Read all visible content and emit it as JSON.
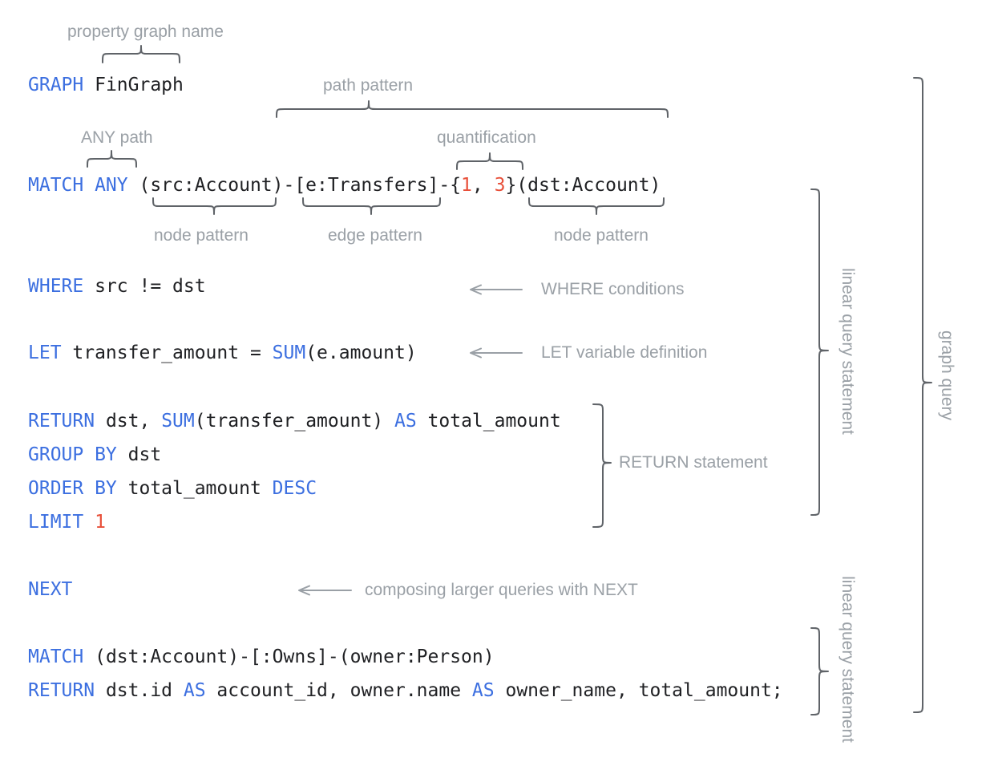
{
  "colors": {
    "keyword": "#3c6fe0",
    "plain": "#202124",
    "number": "#e8503a",
    "label": "#9aa0a6",
    "brace": "#5f6368",
    "arrow": "#9aa0a6",
    "background": "#ffffff"
  },
  "code": {
    "language": "GQL graph query",
    "lines": [
      {
        "name": "graph-clause",
        "segments": [
          {
            "text": "GRAPH",
            "type": "keyword"
          },
          {
            "text": " FinGraph",
            "type": "plain"
          }
        ]
      },
      {
        "name": "match-clause",
        "segments": [
          {
            "text": "MATCH ANY",
            "type": "keyword"
          },
          {
            "text": " (src:Account)-[e:Transfers]-{",
            "type": "plain"
          },
          {
            "text": "1",
            "type": "number"
          },
          {
            "text": ", ",
            "type": "plain"
          },
          {
            "text": "3",
            "type": "number"
          },
          {
            "text": "}(dst:Account)",
            "type": "plain"
          }
        ]
      },
      {
        "name": "where-clause",
        "segments": [
          {
            "text": "WHERE",
            "type": "keyword"
          },
          {
            "text": " src != dst",
            "type": "plain"
          }
        ]
      },
      {
        "name": "let-clause",
        "segments": [
          {
            "text": "LET",
            "type": "keyword"
          },
          {
            "text": " transfer_amount = ",
            "type": "plain"
          },
          {
            "text": "SUM",
            "type": "keyword"
          },
          {
            "text": "(e.amount)",
            "type": "plain"
          }
        ]
      },
      {
        "name": "return-clause",
        "segments": [
          {
            "text": "RETURN",
            "type": "keyword"
          },
          {
            "text": " dst, ",
            "type": "plain"
          },
          {
            "text": "SUM",
            "type": "keyword"
          },
          {
            "text": "(transfer_amount) ",
            "type": "plain"
          },
          {
            "text": "AS",
            "type": "keyword"
          },
          {
            "text": " total_amount",
            "type": "plain"
          }
        ]
      },
      {
        "name": "group-by-clause",
        "segments": [
          {
            "text": "GROUP BY",
            "type": "keyword"
          },
          {
            "text": " dst",
            "type": "plain"
          }
        ]
      },
      {
        "name": "order-by-clause",
        "segments": [
          {
            "text": "ORDER BY",
            "type": "keyword"
          },
          {
            "text": " total_amount ",
            "type": "plain"
          },
          {
            "text": "DESC",
            "type": "keyword"
          }
        ]
      },
      {
        "name": "limit-clause",
        "segments": [
          {
            "text": "LIMIT",
            "type": "keyword"
          },
          {
            "text": " ",
            "type": "plain"
          },
          {
            "text": "1",
            "type": "number"
          }
        ]
      },
      {
        "name": "next-clause",
        "segments": [
          {
            "text": "NEXT",
            "type": "keyword"
          }
        ]
      },
      {
        "name": "match-clause-2",
        "segments": [
          {
            "text": "MATCH",
            "type": "keyword"
          },
          {
            "text": " (dst:Account)-[:Owns]-(owner:Person)",
            "type": "plain"
          }
        ]
      },
      {
        "name": "return-clause-2",
        "segments": [
          {
            "text": "RETURN",
            "type": "keyword"
          },
          {
            "text": " dst.id ",
            "type": "plain"
          },
          {
            "text": "AS",
            "type": "keyword"
          },
          {
            "text": " account_id, owner.name ",
            "type": "plain"
          },
          {
            "text": "AS",
            "type": "keyword"
          },
          {
            "text": " owner_name, total_amount;",
            "type": "plain"
          }
        ]
      }
    ]
  },
  "annotations": {
    "property_graph_name": "property graph name",
    "path_pattern": "path pattern",
    "any_path": "ANY path",
    "quantification": "quantification",
    "node_pattern_src": "node pattern",
    "edge_pattern": "edge pattern",
    "node_pattern_dst": "node pattern",
    "where_conditions": "WHERE conditions",
    "let_variable_definition": "LET variable definition",
    "return_statement": "RETURN statement",
    "next_note": "composing larger queries with NEXT",
    "linear_query_statement_top": "linear query statement",
    "graph_query": "graph query",
    "linear_query_statement_bottom": "linear query statement"
  }
}
